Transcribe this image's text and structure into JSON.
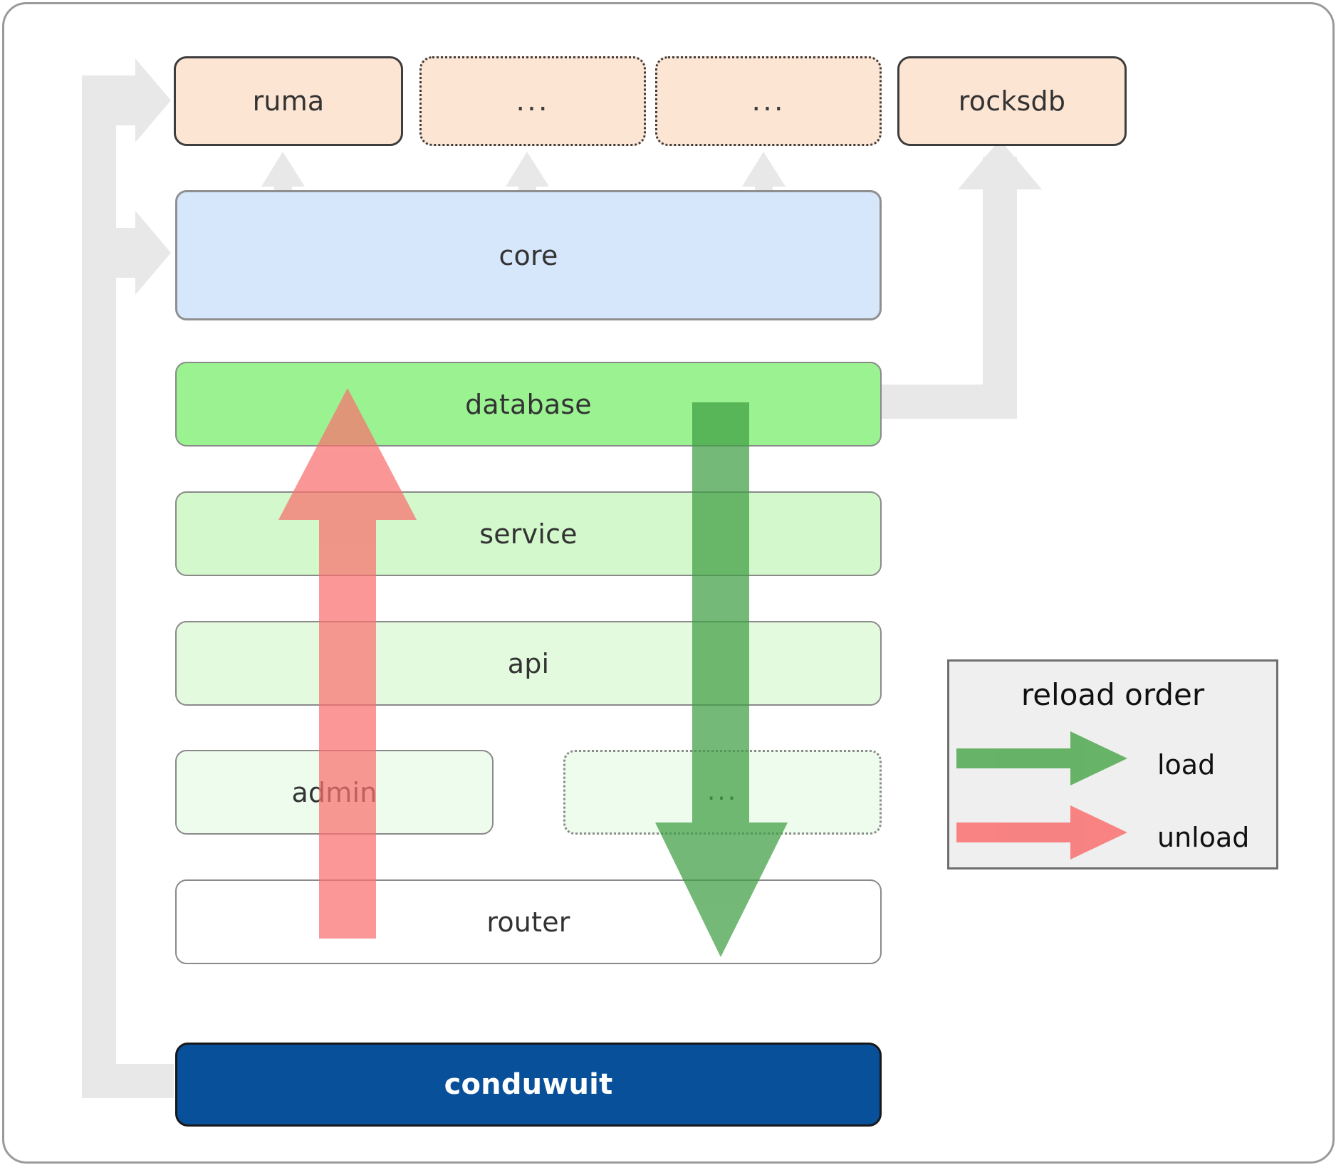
{
  "diagram": {
    "title": "conduwuit crate architecture and reload order",
    "dependencies": [
      {
        "id": "ruma",
        "label": "ruma",
        "style": "solid"
      },
      {
        "id": "dep-ellipsis-1",
        "label": "...",
        "style": "dotted"
      },
      {
        "id": "dep-ellipsis-2",
        "label": "...",
        "style": "dotted"
      },
      {
        "id": "rocksdb",
        "label": "rocksdb",
        "style": "solid"
      }
    ],
    "core": {
      "id": "core",
      "label": "core",
      "color": "#d6e6fb"
    },
    "layers": [
      {
        "id": "database",
        "label": "database",
        "color": "#9af291",
        "style": "solid"
      },
      {
        "id": "service",
        "label": "service",
        "color": "#d3f8cc",
        "style": "solid"
      },
      {
        "id": "api",
        "label": "api",
        "color": "#e4fade",
        "style": "solid"
      },
      {
        "id": "admin",
        "label": "admin",
        "color": "#eefced",
        "style": "solid"
      },
      {
        "id": "layer-ellipsis",
        "label": "...",
        "color": "#eefced",
        "style": "dotted"
      },
      {
        "id": "router",
        "label": "router",
        "color": "#ffffff",
        "style": "solid"
      }
    ],
    "root": {
      "id": "conduwuit",
      "label": "conduwuit",
      "color": "#08509a",
      "text_color": "#ffffff"
    }
  },
  "legend": {
    "title": "reload order",
    "items": [
      {
        "id": "load",
        "label": "load",
        "color": "#4fa84f"
      },
      {
        "id": "unload",
        "label": "unload",
        "color": "#f98080"
      }
    ]
  },
  "colors": {
    "dependency_fill": "#fde5d4",
    "dependency_border": "#3d3d3d",
    "core_fill": "#d6e6fb",
    "load_arrow": "#4fa84f",
    "unload_arrow": "#f98080",
    "connector": "#e8e8e8",
    "root_fill": "#08509a",
    "frame_border": "#9a9a9a",
    "legend_bg": "#efefef"
  }
}
